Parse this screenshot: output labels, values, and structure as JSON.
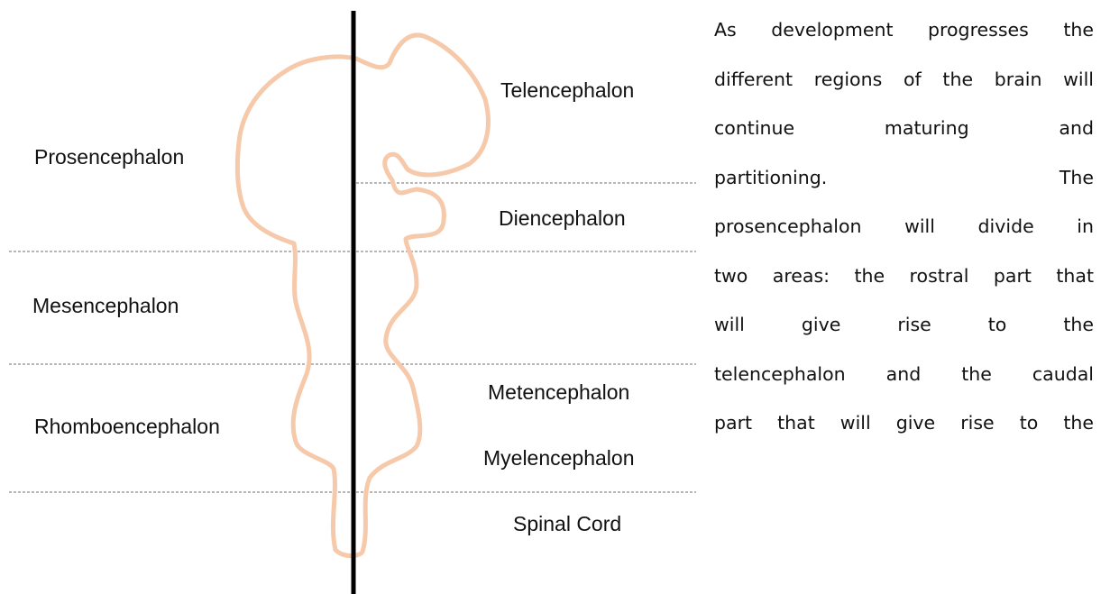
{
  "colors": {
    "outline": "#f5c9a9",
    "axis": "#000000",
    "divider": "#8c8c8c",
    "text": "#111111"
  },
  "left_labels": {
    "prosencephalon": "Prosencephalon",
    "mesencephalon": "Mesencephalon",
    "rhomboencephalon": "Rhomboencephalon"
  },
  "right_labels": {
    "telencephalon": "Telencephalon",
    "diencephalon": "Diencephalon",
    "metencephalon": "Metencephalon",
    "myelencephalon": "Myelencephalon",
    "spinal_cord": "Spinal Cord"
  },
  "paragraph_lines": [
    "As development progresses the",
    "different regions of the brain will",
    "continue maturing and",
    "partitioning. The",
    "prosencephalon will divide in",
    "two areas: the rostral part that",
    "will give rise to the",
    "telencephalon and the caudal",
    "part that will give rise to the"
  ]
}
